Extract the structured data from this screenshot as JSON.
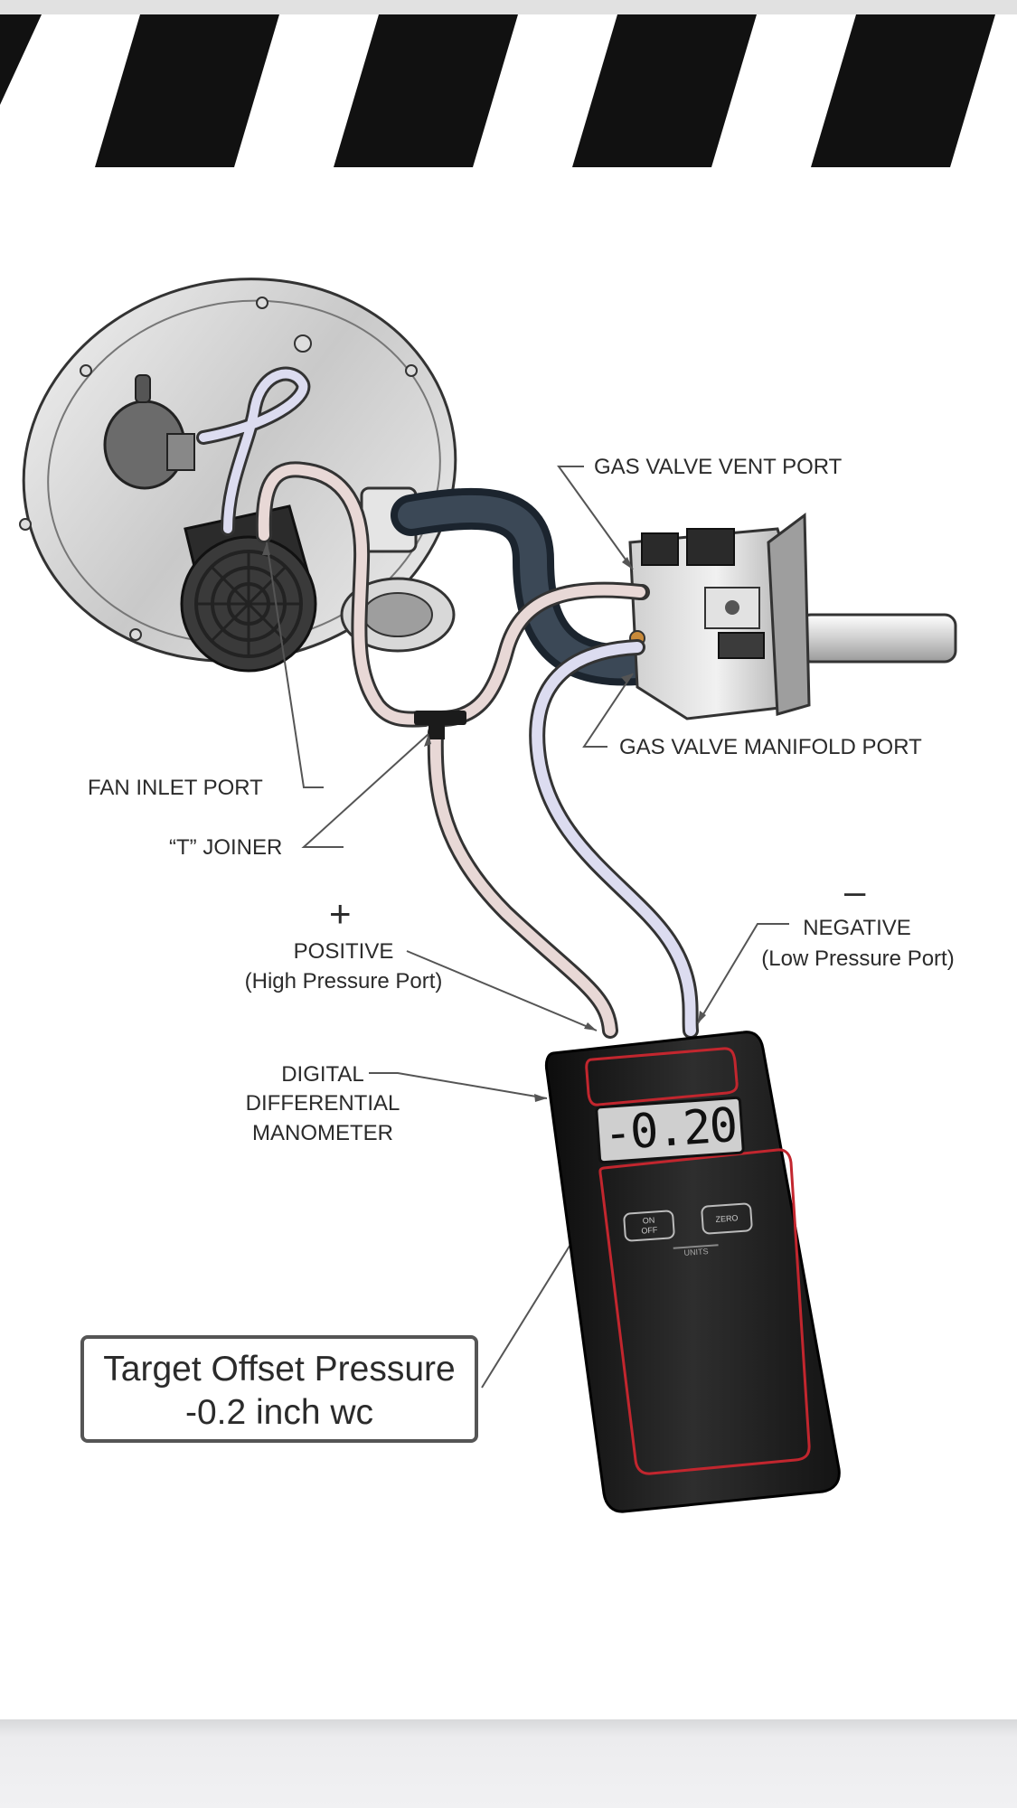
{
  "labels": {
    "gas_valve_vent_port": "GAS VALVE VENT PORT",
    "gas_valve_manifold_port": "GAS VALVE MANIFOLD PORT",
    "fan_inlet_port": "FAN INLET PORT",
    "t_joiner": "“T” JOINER",
    "positive_sign": "+",
    "positive": "POSITIVE",
    "positive_sub": "(High Pressure Port)",
    "negative_sign": "–",
    "negative": "NEGATIVE",
    "negative_sub": "(Low Pressure Port)",
    "manometer_line1": "DIGITAL",
    "manometer_line2": "DIFFERENTIAL",
    "manometer_line3": "MANOMETER"
  },
  "manometer": {
    "display_value": "-0.20",
    "on_button_top": "ON",
    "on_button_bottom": "OFF",
    "zero_button": "ZERO",
    "units_label": "UNITS"
  },
  "target_box": {
    "line1": "Target Offset Pressure",
    "line2": "-0.2 inch wc"
  },
  "colors": {
    "hazard_stripe": "#111111",
    "tube_pink": "#e8d8d6",
    "tube_lavender": "#dcdcf0",
    "tube_dark": "#26313d",
    "manometer_body": "#1c1c1c",
    "manometer_accent": "#c2262e"
  }
}
